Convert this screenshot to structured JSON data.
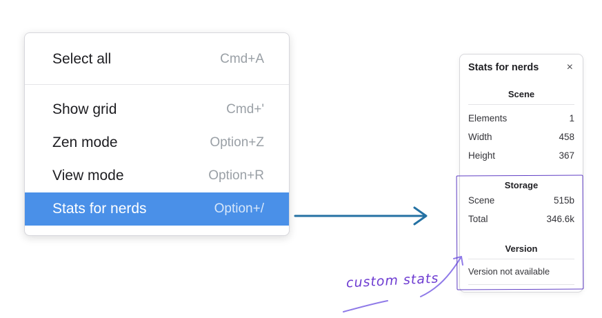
{
  "colors": {
    "accent": "#4a90e8",
    "arrow-blue": "#2471a3",
    "annotation": "#5f3dc4",
    "annotation-text": "#6d3bd1",
    "annotation-arrow": "#8f7ae8",
    "shortcut-gray": "#9aa0a6"
  },
  "menu": {
    "items": [
      {
        "label": "Select all",
        "shortcut": "Cmd+A"
      },
      {
        "label": "Show grid",
        "shortcut": "Cmd+'"
      },
      {
        "label": "Zen mode",
        "shortcut": "Option+Z"
      },
      {
        "label": "View mode",
        "shortcut": "Option+R"
      },
      {
        "label": "Stats for nerds",
        "shortcut": "Option+/"
      }
    ]
  },
  "stats_panel": {
    "title": "Stats for nerds",
    "close_icon": "×",
    "sections": [
      {
        "header": "Scene",
        "rows": [
          {
            "label": "Elements",
            "value": "1"
          },
          {
            "label": "Width",
            "value": "458"
          },
          {
            "label": "Height",
            "value": "367"
          }
        ]
      },
      {
        "header": "Storage",
        "rows": [
          {
            "label": "Scene",
            "value": "515b"
          },
          {
            "label": "Total",
            "value": "346.6k"
          }
        ]
      },
      {
        "header": "Version",
        "note": "Version not available"
      }
    ]
  },
  "annotation": {
    "label": "custom stats"
  }
}
